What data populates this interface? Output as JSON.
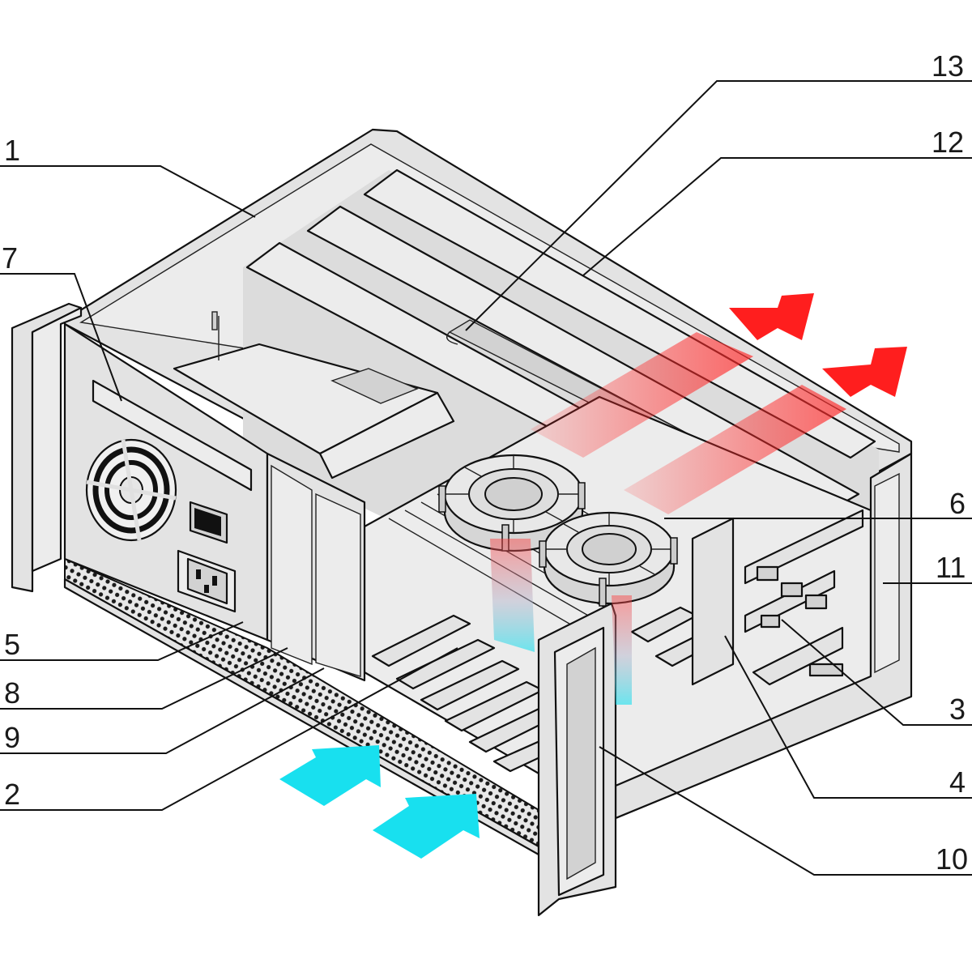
{
  "diagram": {
    "colors": {
      "case": "#e3e3e3",
      "case_dark": "#c9c9c9",
      "outline": "#111111",
      "exhaust": "#ff1e1e",
      "intake": "#18e0ef"
    },
    "callouts": [
      {
        "id": "c1",
        "label": "1"
      },
      {
        "id": "c7",
        "label": "7"
      },
      {
        "id": "c5",
        "label": "5"
      },
      {
        "id": "c8",
        "label": "8"
      },
      {
        "id": "c9",
        "label": "9"
      },
      {
        "id": "c2",
        "label": "2"
      },
      {
        "id": "c13",
        "label": "13"
      },
      {
        "id": "c12",
        "label": "12"
      },
      {
        "id": "c6",
        "label": "6"
      },
      {
        "id": "c11",
        "label": "11"
      },
      {
        "id": "c3",
        "label": "3"
      },
      {
        "id": "c4",
        "label": "4"
      },
      {
        "id": "c10",
        "label": "10"
      }
    ]
  }
}
